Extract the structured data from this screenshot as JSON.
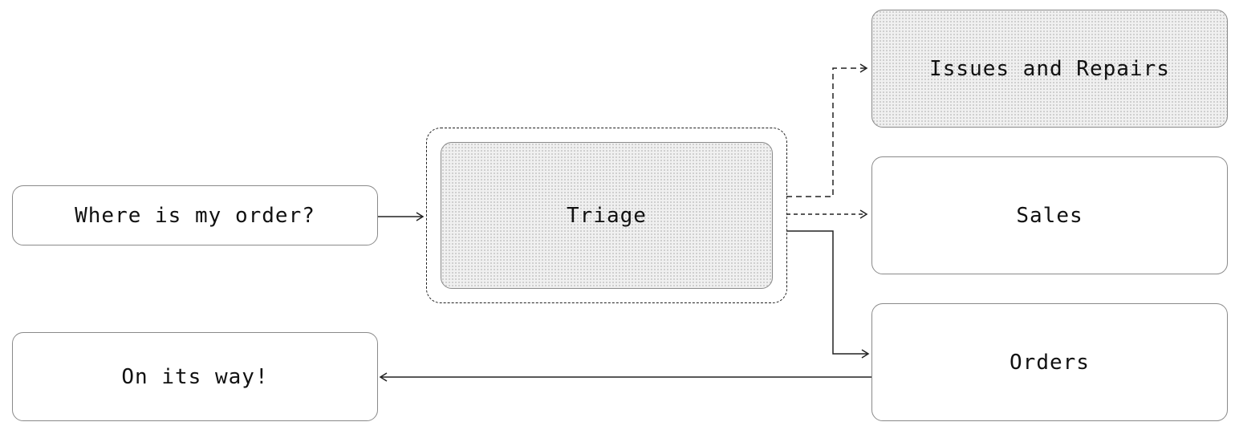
{
  "nodes": {
    "question": "Where is my order?",
    "triage": "Triage",
    "issues": "Issues and Repairs",
    "sales": "Sales",
    "orders": "Orders",
    "answer": "On its way!"
  },
  "colors": {
    "line": "#222222",
    "border": "#8a8a8a",
    "fill": "#f0f0f0"
  }
}
